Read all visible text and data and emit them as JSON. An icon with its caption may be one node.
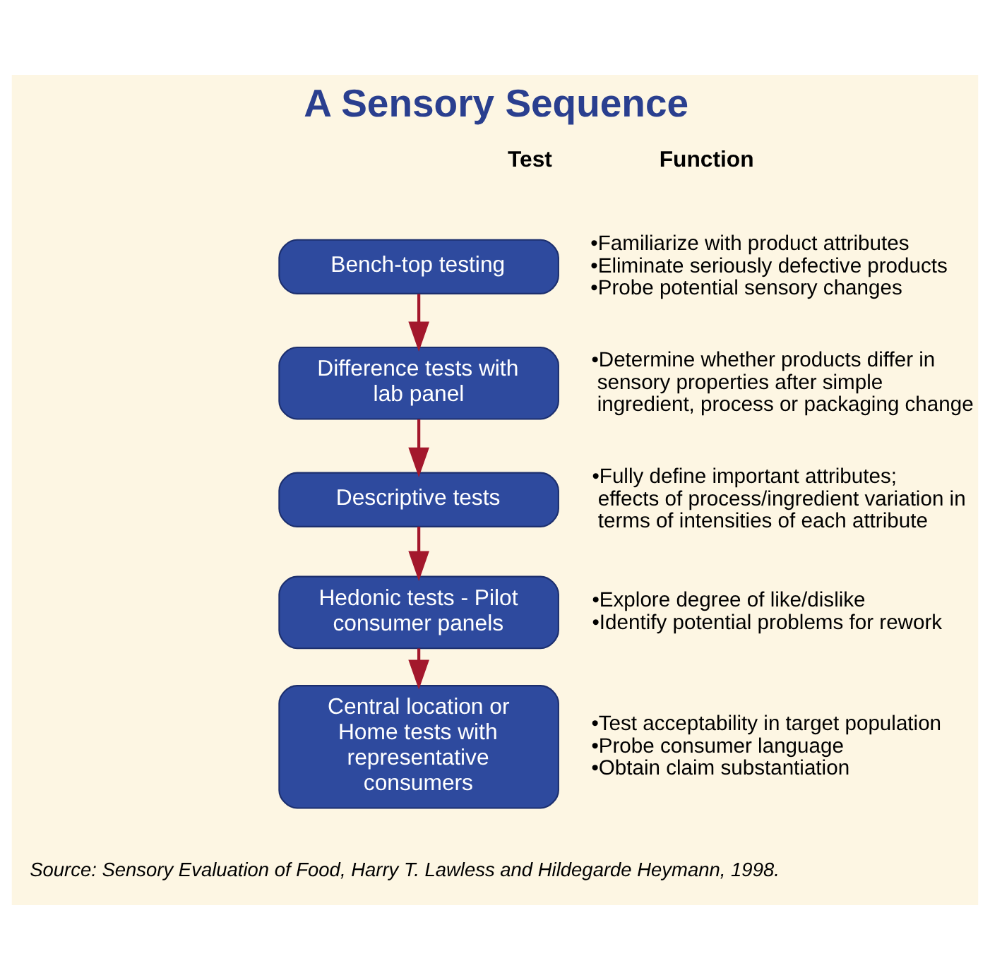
{
  "diagram": {
    "title": "A Sensory Sequence",
    "caption": "Source: Sensory Evaluation of Food, Harry T. Lawless and Hildegarde Heymann, 1998.",
    "nodes": [
      {
        "text": [
          "Bench-top testing"
        ],
        "beside": [
          "•Familiarize with product attributes",
          "•Eliminate seriously defective products",
          "•Probe potential sensory changes"
        ]
      },
      {
        "text": [
          "Difference tests with lab panel"
        ],
        "beside": [
          "•Determine whether products differ in sensory properties after simple ingredient, process or packaging change"
        ]
      },
      {
        "text": [
          "Descriptive tests"
        ],
        "beside": [
          "•Fully define important attributes; effects of process/ingredient variation in terms of intensities of each attribute"
        ]
      },
      {
        "text": [
          "Hedonic tests - Pilot consumer panels"
        ],
        "beside": [
          "•Explore degree of like/dislike",
          "•Identify potential problems for rework"
        ]
      },
      {
        "text": [
          "Central location or Home tests with representative consumers"
        ],
        "beside": [
          "•Test acceptability in target population",
          "•Probe consumer language",
          "•Obtain claim substantiation"
        ]
      }
    ],
    "edges": [
      {
        "from": 0,
        "to": 1,
        "arrow": "to"
      },
      {
        "from": 1,
        "to": 2,
        "arrow": "to"
      },
      {
        "from": 2,
        "to": 3,
        "arrow": "to"
      },
      {
        "from": 3,
        "to": 4,
        "arrow": "to"
      }
    ],
    "labels": [
      "Test",
      "Function"
    ]
  }
}
